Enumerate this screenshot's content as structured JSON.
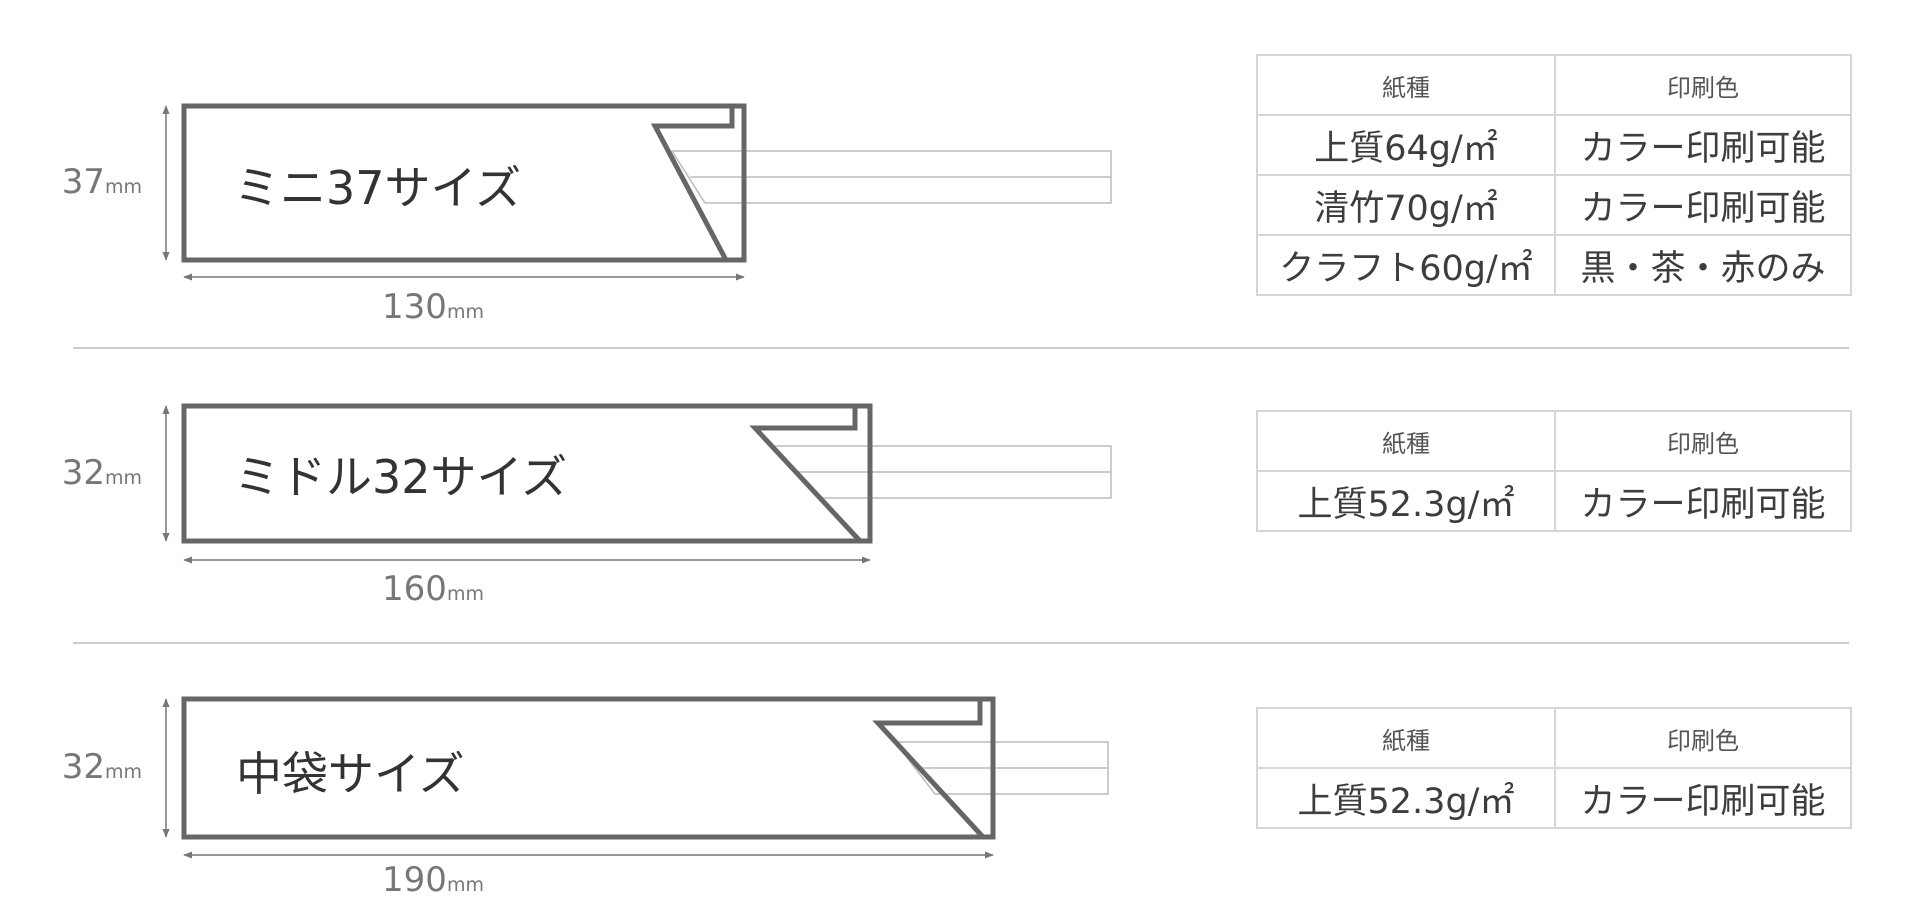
{
  "unit": "mm",
  "colors": {
    "outline": "#666666",
    "dimension": "#777777",
    "separator": "#cccccc",
    "chopstick": "#bbbbbb",
    "table_border": "#d6d6d6"
  },
  "table_headers": {
    "paper": "紙種",
    "print": "印刷色"
  },
  "sizes": [
    {
      "name": "ミニ37サイズ",
      "height_value": "37",
      "width_value": "130",
      "rows": [
        {
          "paper": "上質64g/㎡",
          "print": "カラー印刷可能"
        },
        {
          "paper": "清竹70g/㎡",
          "print": "カラー印刷可能"
        },
        {
          "paper": "クラフト60g/㎡",
          "print": "黒・茶・赤のみ"
        }
      ]
    },
    {
      "name": "ミドル32サイズ",
      "height_value": "32",
      "width_value": "160",
      "rows": [
        {
          "paper": "上質52.3g/㎡",
          "print": "カラー印刷可能"
        }
      ]
    },
    {
      "name": "中袋サイズ",
      "height_value": "32",
      "width_value": "190",
      "rows": [
        {
          "paper": "上質52.3g/㎡",
          "print": "カラー印刷可能"
        }
      ]
    }
  ]
}
